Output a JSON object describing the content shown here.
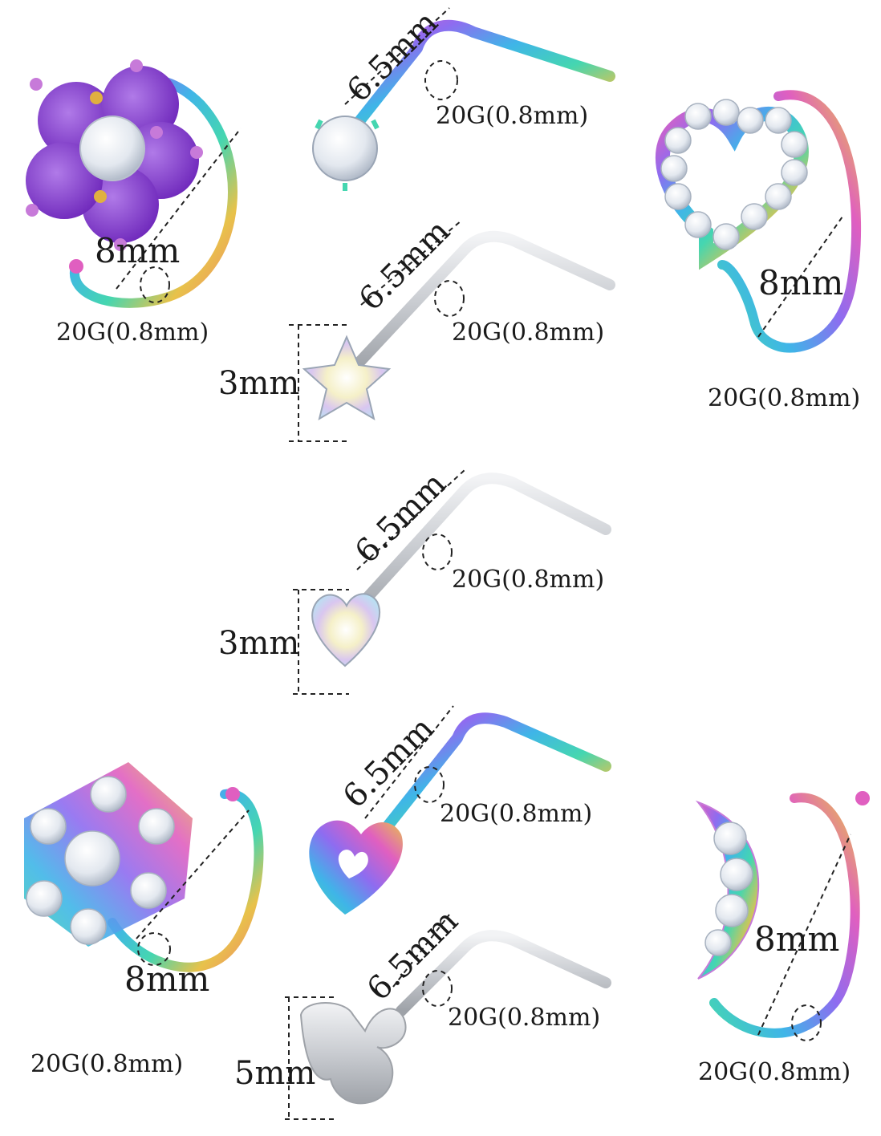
{
  "image": {
    "background_color": "#ffffff",
    "items": [
      {
        "name": "rainbow-flower-hoop",
        "gauge": "20G(0.8mm)",
        "diameter": "8mm"
      },
      {
        "name": "rainbow-round-gem-l-stud",
        "gauge": "20G(0.8mm)",
        "length": "6.5mm"
      },
      {
        "name": "rainbow-heart-gem-hoop",
        "gauge": "20G(0.8mm)",
        "diameter": "8mm"
      },
      {
        "name": "silver-star-l-stud",
        "gauge": "20G(0.8mm)",
        "length": "6.5mm",
        "top_size": "3mm"
      },
      {
        "name": "silver-heart-gem-l-stud",
        "gauge": "20G(0.8mm)",
        "length": "6.5mm",
        "top_size": "3mm"
      },
      {
        "name": "rainbow-cluster-hoop",
        "gauge": "20G(0.8mm)",
        "diameter": "8mm"
      },
      {
        "name": "rainbow-open-heart-l-stud",
        "gauge": "20G(0.8mm)",
        "length": "6.5mm"
      },
      {
        "name": "rainbow-moon-hoop",
        "gauge": "20G(0.8mm)",
        "diameter": "8mm"
      },
      {
        "name": "silver-butterfly-l-stud",
        "gauge": "20G(0.8mm)",
        "length": "6.5mm",
        "top_size": "5mm"
      }
    ],
    "colors": {
      "rainbow": [
        "#e05fc0",
        "#8e6cf0",
        "#3fb5e8",
        "#45d6b0",
        "#e8c24a",
        "#f08a6a"
      ],
      "silver": "#c9ccd1",
      "purple_gem": "#7a2fc9",
      "dimension_line": "#222222"
    }
  }
}
